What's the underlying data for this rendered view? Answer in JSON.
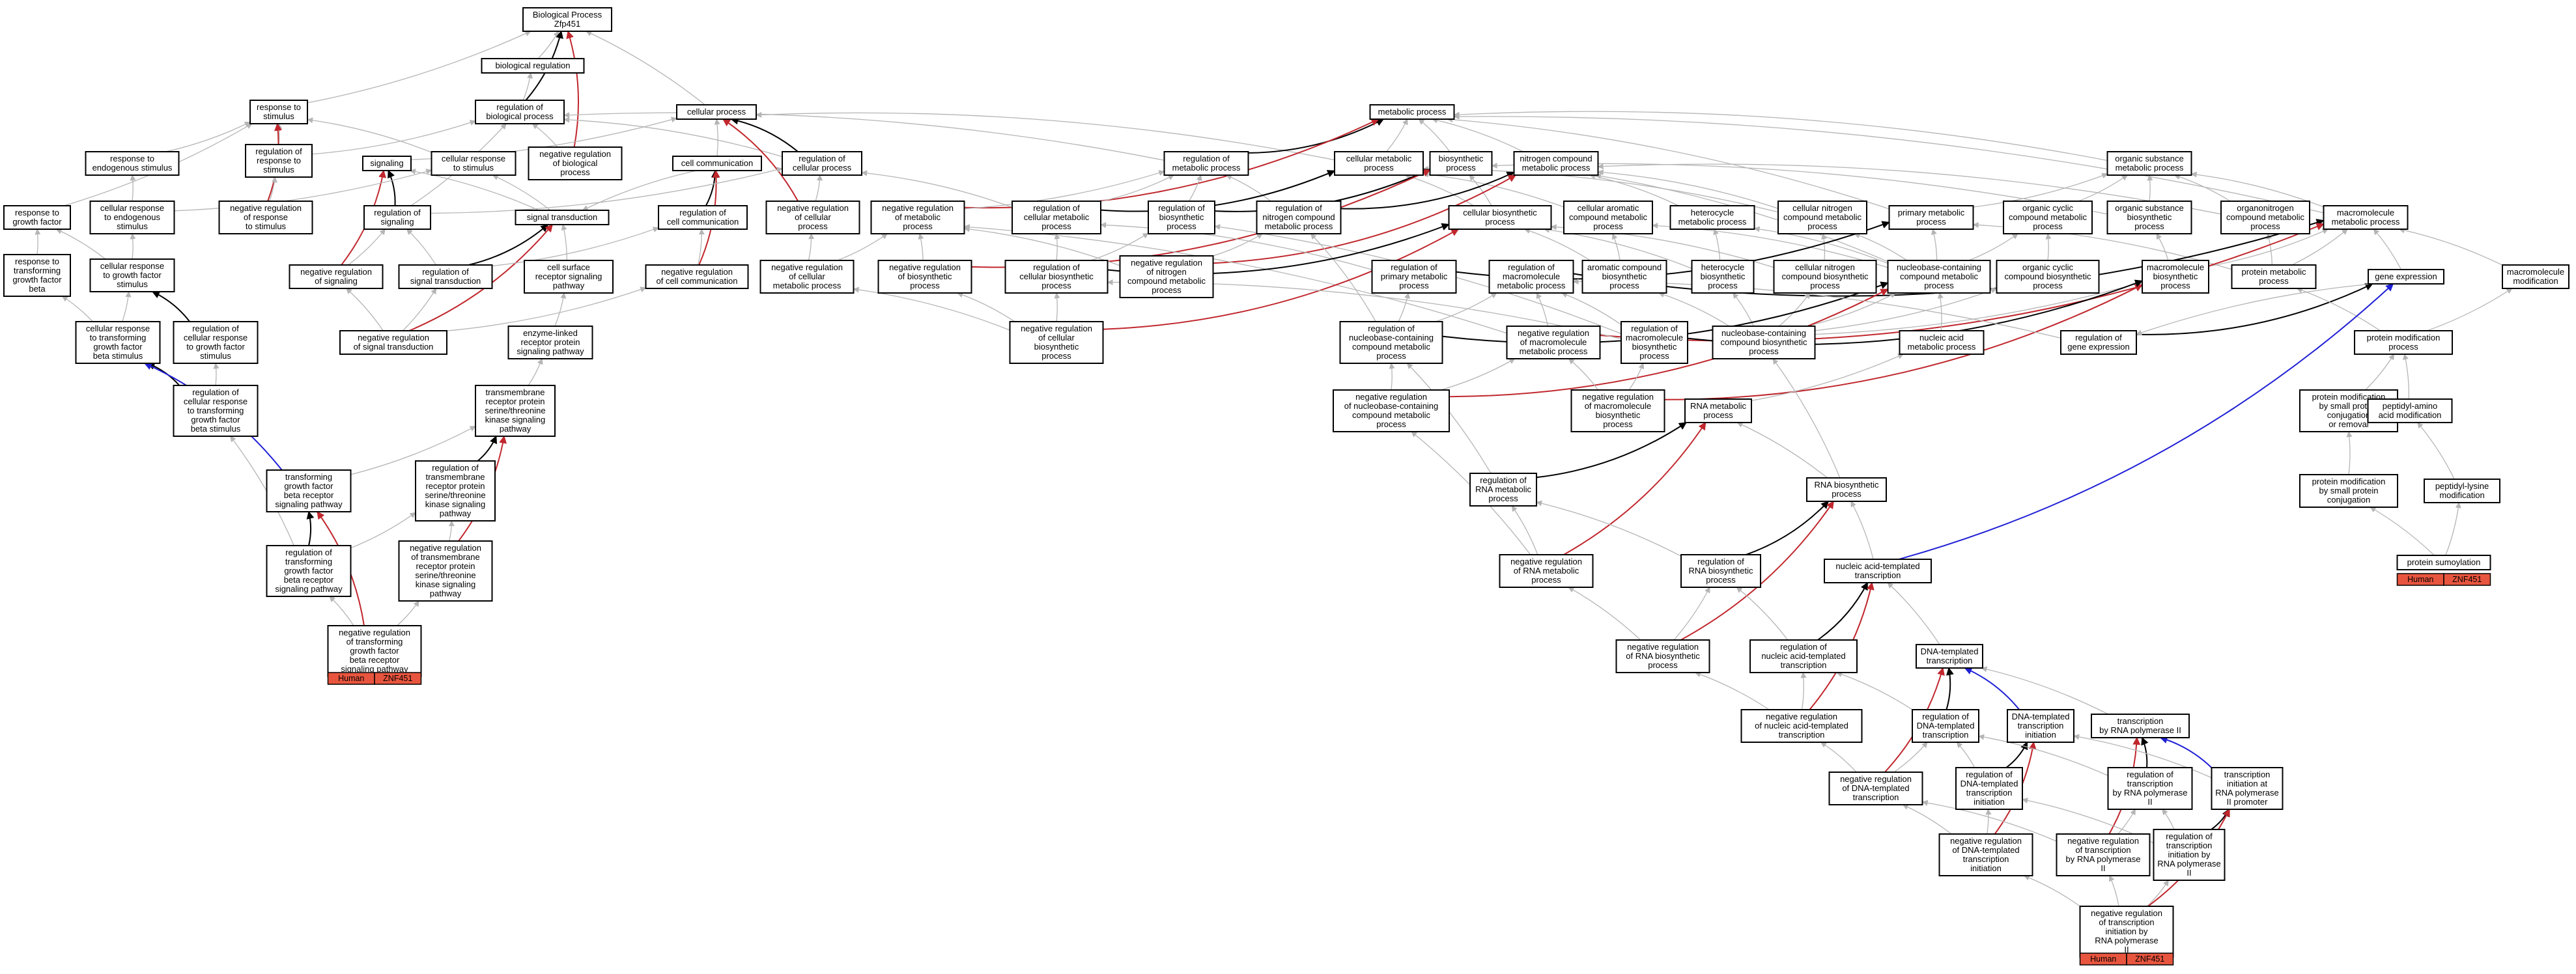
{
  "legend": {
    "colors": {
      "is_a": "#b5b5b5",
      "part_of": "#000000",
      "regulates": "#000000",
      "negatively_regulates": "#c0272d",
      "positively_regulates": "#1f1fd6"
    }
  },
  "nodes": {
    "n01": [
      "Biological Process",
      "Zfp451"
    ],
    "n02": [
      "biological regulation"
    ],
    "n03": [
      "response to",
      "stimulus"
    ],
    "n04": [
      "regulation of",
      "biological process"
    ],
    "n05": [
      "cellular process"
    ],
    "n06": [
      "metabolic process"
    ],
    "n07": [
      "regulation of",
      "response to",
      "stimulus"
    ],
    "n08": [
      "response to",
      "endogenous stimulus"
    ],
    "n09": [
      "signaling"
    ],
    "n10": [
      "cellular response",
      "to stimulus"
    ],
    "n11": [
      "negative regulation",
      "of biological",
      "process"
    ],
    "n12": [
      "cell communication"
    ],
    "n13": [
      "regulation of",
      "cellular process"
    ],
    "n14": [
      "regulation of",
      "metabolic process"
    ],
    "n15": [
      "cellular metabolic",
      "process"
    ],
    "n16": [
      "biosynthetic",
      "process"
    ],
    "n17": [
      "nitrogen compound",
      "metabolic process"
    ],
    "n18": [
      "organic substance",
      "metabolic process"
    ],
    "n19": [
      "response to",
      "growth factor"
    ],
    "n20": [
      "cellular response",
      "to endogenous",
      "stimulus"
    ],
    "n21": [
      "negative regulation",
      "of response",
      "to stimulus"
    ],
    "n22": [
      "regulation of",
      "signaling"
    ],
    "n23": [
      "signal transduction"
    ],
    "n24": [
      "regulation of",
      "cell communication"
    ],
    "n25": [
      "negative regulation",
      "of cellular",
      "process"
    ],
    "n26": [
      "negative regulation",
      "of metabolic",
      "process"
    ],
    "n27": [
      "regulation of",
      "cellular metabolic",
      "process"
    ],
    "n28": [
      "regulation of",
      "biosynthetic",
      "process"
    ],
    "n29": [
      "regulation of",
      "nitrogen compound",
      "metabolic process"
    ],
    "n30": [
      "cellular biosynthetic",
      "process"
    ],
    "n31": [
      "cellular aromatic",
      "compound metabolic",
      "process"
    ],
    "n32": [
      "heterocycle",
      "metabolic process"
    ],
    "n33": [
      "cellular nitrogen",
      "compound metabolic",
      "process"
    ],
    "n34": [
      "primary metabolic",
      "process"
    ],
    "n35": [
      "organic cyclic",
      "compound metabolic",
      "process"
    ],
    "n36": [
      "organic substance",
      "biosynthetic",
      "process"
    ],
    "n37": [
      "organonitrogen",
      "compound metabolic",
      "process"
    ],
    "n38": [
      "macromolecule",
      "metabolic process"
    ],
    "n39": [
      "response to",
      "transforming",
      "growth factor",
      "beta"
    ],
    "n40": [
      "cellular response",
      "to growth factor",
      "stimulus"
    ],
    "n41": [
      "negative regulation",
      "of signaling"
    ],
    "n42": [
      "regulation of",
      "signal transduction"
    ],
    "n43": [
      "cell surface",
      "receptor signaling",
      "pathway"
    ],
    "n44": [
      "negative regulation",
      "of cell communication"
    ],
    "n45": [
      "negative regulation",
      "of cellular",
      "metabolic process"
    ],
    "n46": [
      "negative regulation",
      "of biosynthetic",
      "process"
    ],
    "n47": [
      "regulation of",
      "cellular biosynthetic",
      "process"
    ],
    "n48": [
      "negative regulation",
      "of nitrogen",
      "compound metabolic",
      "process"
    ],
    "n49": [
      "regulation of",
      "primary metabolic",
      "process"
    ],
    "n50": [
      "regulation of",
      "macromolecule",
      "metabolic process"
    ],
    "n51": [
      "aromatic compound",
      "biosynthetic",
      "process"
    ],
    "n52": [
      "heterocycle",
      "biosynthetic",
      "process"
    ],
    "n53": [
      "cellular nitrogen",
      "compound biosynthetic",
      "process"
    ],
    "n54": [
      "nucleobase-containing",
      "compound metabolic",
      "process"
    ],
    "n55": [
      "organic cyclic",
      "compound biosynthetic",
      "process"
    ],
    "n56": [
      "macromolecule",
      "biosynthetic",
      "process"
    ],
    "n57": [
      "protein metabolic",
      "process"
    ],
    "n58": [
      "gene expression"
    ],
    "n59": [
      "macromolecule",
      "modification"
    ],
    "n60": [
      "cellular response",
      "to transforming",
      "growth factor",
      "beta stimulus"
    ],
    "n61": [
      "regulation of",
      "cellular response",
      "to growth factor",
      "stimulus"
    ],
    "n62": [
      "negative regulation",
      "of signal transduction"
    ],
    "n63": [
      "enzyme-linked",
      "receptor protein",
      "signaling pathway"
    ],
    "n64": [
      "negative regulation",
      "of cellular",
      "biosynthetic",
      "process"
    ],
    "n65": [
      "regulation of",
      "nucleobase-containing",
      "compound metabolic",
      "process"
    ],
    "n66": [
      "negative regulation",
      "of macromolecule",
      "metabolic process"
    ],
    "n67": [
      "regulation of",
      "macromolecule",
      "biosynthetic",
      "process"
    ],
    "n68": [
      "nucleobase-containing",
      "compound biosynthetic",
      "process"
    ],
    "n69": [
      "nucleic acid",
      "metabolic process"
    ],
    "n70": [
      "regulation of",
      "gene expression"
    ],
    "n71": [
      "protein modification",
      "process"
    ],
    "n72": [
      "regulation of",
      "cellular response",
      "to transforming",
      "growth factor",
      "beta stimulus"
    ],
    "n73": [
      "transmembrane",
      "receptor protein",
      "serine/threonine",
      "kinase signaling",
      "pathway"
    ],
    "n74": [
      "negative regulation",
      "of nucleobase-containing",
      "compound metabolic",
      "process"
    ],
    "n75": [
      "negative regulation",
      "of macromolecule",
      "biosynthetic",
      "process"
    ],
    "n76": [
      "RNA metabolic",
      "process"
    ],
    "n77": [
      "protein modification",
      "by small protein",
      "conjugation",
      "or removal"
    ],
    "n78": [
      "peptidyl-amino",
      "acid modification"
    ],
    "n79": [
      "transforming",
      "growth factor",
      "beta receptor",
      "signaling pathway"
    ],
    "n80": [
      "regulation of",
      "transmembrane",
      "receptor protein",
      "serine/threonine",
      "kinase signaling",
      "pathway"
    ],
    "n81": [
      "regulation of",
      "RNA metabolic",
      "process"
    ],
    "n82": [
      "RNA biosynthetic",
      "process"
    ],
    "n83": [
      "protein modification",
      "by small protein",
      "conjugation"
    ],
    "n84": [
      "peptidyl-lysine",
      "modification"
    ],
    "n85": [
      "regulation of",
      "transforming",
      "growth factor",
      "beta receptor",
      "signaling pathway"
    ],
    "n86": [
      "negative regulation",
      "of transmembrane",
      "receptor protein",
      "serine/threonine",
      "kinase signaling",
      "pathway"
    ],
    "n87": [
      "negative regulation",
      "of RNA metabolic",
      "process"
    ],
    "n88": [
      "regulation of",
      "RNA biosynthetic",
      "process"
    ],
    "n89": [
      "nucleic acid-templated",
      "transcription"
    ],
    "n90": [
      "protein sumoylation"
    ],
    "n91": [
      "negative regulation",
      "of transforming",
      "growth factor",
      "beta receptor",
      "signaling pathway"
    ],
    "n92": [
      "negative regulation",
      "of RNA biosynthetic",
      "process"
    ],
    "n93": [
      "regulation of",
      "nucleic acid-templated",
      "transcription"
    ],
    "n94": [
      "DNA-templated",
      "transcription"
    ],
    "n95": [
      "negative regulation",
      "of nucleic acid-templated",
      "transcription"
    ],
    "n96": [
      "regulation of",
      "DNA-templated",
      "transcription"
    ],
    "n97": [
      "DNA-templated",
      "transcription",
      "initiation"
    ],
    "n98": [
      "transcription",
      "by RNA polymerase II"
    ],
    "n99": [
      "negative regulation",
      "of DNA-templated",
      "transcription"
    ],
    "n100": [
      "regulation of",
      "DNA-templated",
      "transcription",
      "initiation"
    ],
    "n101": [
      "regulation of",
      "transcription",
      "by RNA polymerase",
      "II"
    ],
    "n102": [
      "transcription",
      "initiation at",
      "RNA polymerase",
      "II promoter"
    ],
    "n103": [
      "negative regulation",
      "of DNA-templated",
      "transcription",
      "initiation"
    ],
    "n104": [
      "negative regulation",
      "of transcription",
      "by RNA polymerase",
      "II"
    ],
    "n105": [
      "regulation of",
      "transcription",
      "initiation by",
      "RNA polymerase",
      "II"
    ],
    "n106": [
      "negative regulation",
      "of transcription",
      "initiation by",
      "RNA polymerase",
      "II"
    ]
  },
  "tags": {
    "t1": [
      "Human",
      "ZNF451"
    ],
    "t2": [
      "Human",
      "ZNF451"
    ],
    "t3": [
      "Human",
      "ZNF451"
    ]
  }
}
